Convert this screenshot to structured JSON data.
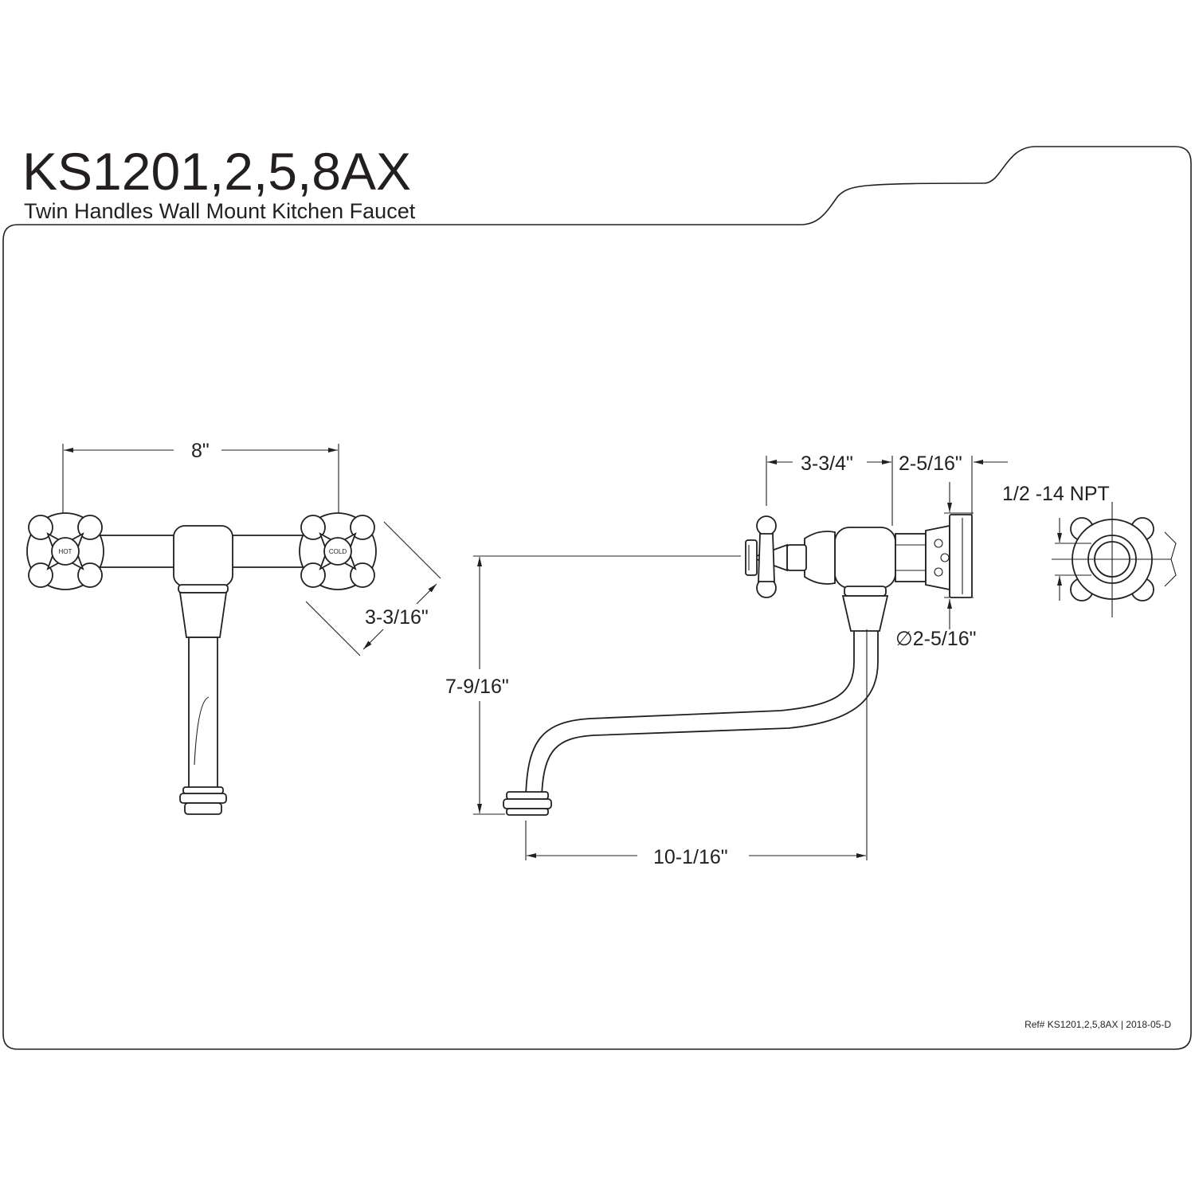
{
  "title": "KS1201,2,5,8AX",
  "subtitle": "Twin Handles Wall Mount Kitchen Faucet",
  "front_view": {
    "width_label": "8\"",
    "handle_label": "3-3/16\"",
    "hot_label": "HOT",
    "cold_label": "COLD"
  },
  "side_view": {
    "depth_label": "3-3/4\"",
    "flange_label": "2-5/16\"",
    "height_label": "7-9/16\"",
    "reach_label": "10-1/16\"",
    "diameter_label": "∅2-5/16\"",
    "thread_label": "1/2 -14 NPT"
  },
  "footer_ref": "Ref# KS1201,2,5,8AX | 2018-05-D"
}
